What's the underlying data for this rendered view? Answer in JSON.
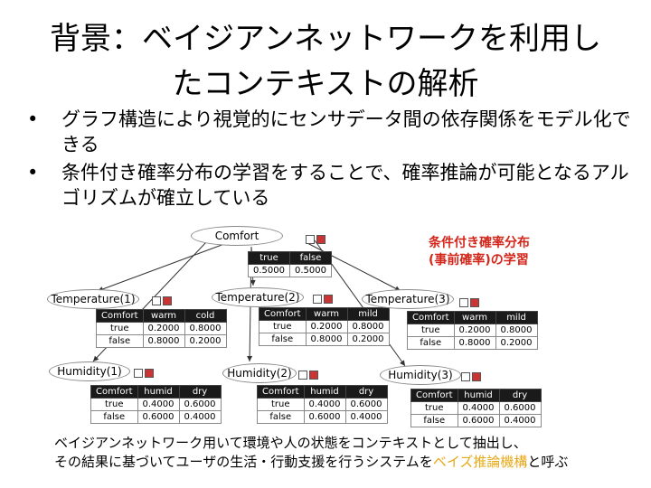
{
  "title": {
    "line1": "背景：ベイジアンネットワークを利用し",
    "line2": "たコンテキストの解析"
  },
  "bullets": [
    {
      "marker": "•",
      "text": "グラフ構造により視覚的にセンサデータ間の依存関係をモデル化できる"
    },
    {
      "marker": "•",
      "text": "条件付き確率分布の学習をすることで、確率推論が可能となるアルゴリズムが確立している"
    }
  ],
  "figure": {
    "nodes": {
      "comfort": "Comfort",
      "temp1": "Temperature(1)",
      "temp2": "Temperature(2)",
      "temp3": "Temperature(3)",
      "hum1": "Humidity(1)",
      "hum2": "Humidity(2)",
      "hum3": "Humidity(3)"
    },
    "cpt_comfort": {
      "headers": [
        "true",
        "false"
      ],
      "row": [
        "0.5000",
        "0.5000"
      ]
    },
    "cpt_temp1": {
      "headers": [
        "Comfort",
        "warm",
        "cold"
      ],
      "rows": [
        [
          "true",
          "0.2000",
          "0.8000"
        ],
        [
          "false",
          "0.8000",
          "0.2000"
        ]
      ]
    },
    "cpt_temp2": {
      "headers": [
        "Comfort",
        "warm",
        "mild"
      ],
      "rows": [
        [
          "true",
          "0.2000",
          "0.8000"
        ],
        [
          "false",
          "0.8000",
          "0.2000"
        ]
      ]
    },
    "cpt_temp3": {
      "headers": [
        "Comfort",
        "warm",
        "mild"
      ],
      "rows": [
        [
          "true",
          "0.2000",
          "0.8000"
        ],
        [
          "false",
          "0.8000",
          "0.2000"
        ]
      ]
    },
    "cpt_hum1": {
      "headers": [
        "Comfort",
        "humid",
        "dry"
      ],
      "rows": [
        [
          "true",
          "0.4000",
          "0.6000"
        ],
        [
          "false",
          "0.6000",
          "0.4000"
        ]
      ]
    },
    "cpt_hum2": {
      "headers": [
        "Comfort",
        "humid",
        "dry"
      ],
      "rows": [
        [
          "true",
          "0.4000",
          "0.6000"
        ],
        [
          "false",
          "0.6000",
          "0.4000"
        ]
      ]
    },
    "cpt_hum3": {
      "headers": [
        "Comfort",
        "humid",
        "dry"
      ],
      "rows": [
        [
          "true",
          "0.4000",
          "0.6000"
        ],
        [
          "false",
          "0.6000",
          "0.4000"
        ]
      ]
    }
  },
  "annotation": {
    "line1": "条件付き確率分布",
    "line2": "(事前確率)の学習",
    "color": "#d3261b"
  },
  "caption": {
    "line1": "ベイジアンネットワーク用いて環境や人の状態をコンテキストとして抽出し、",
    "line2_pre": "その結果に基づいてユーザの生活・行動支援を行うシステムを",
    "line2_highlight": "ベイズ推論機構",
    "line2_post": "と呼ぶ",
    "highlight_color": "#e6a817"
  }
}
